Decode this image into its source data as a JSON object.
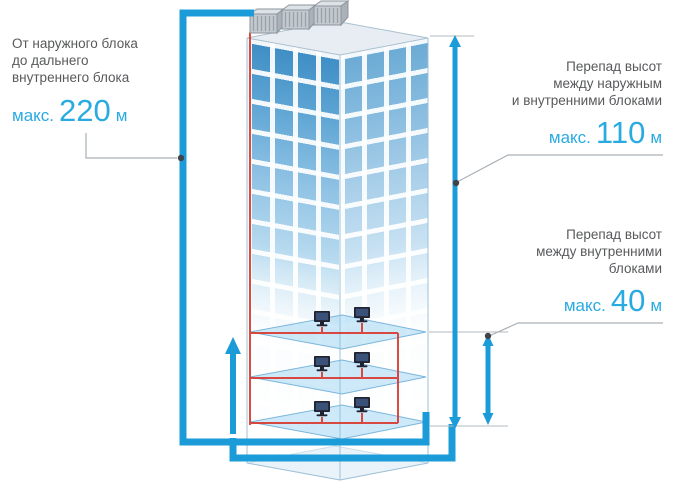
{
  "colors": {
    "accent_text_blue": "#29abe2",
    "pipe_blue": "#1b9cd8",
    "label_gray": "#58595b",
    "refrigerant_red": "#d8372b"
  },
  "labels": {
    "outdoor_to_indoor": {
      "lines": [
        "От наружного блока",
        "до дальнего",
        "внутреннего блока"
      ],
      "prefix": "макс.",
      "value": "220",
      "unit": "м"
    },
    "outdoor_indoor_drop": {
      "lines": [
        "Перепад высот",
        "между наружным",
        "и внутренними блоками"
      ],
      "prefix": "макс.",
      "value": "110",
      "unit": "м"
    },
    "indoor_indoor_drop": {
      "lines": [
        "Перепад высот",
        "между внутренними",
        "блоками"
      ],
      "prefix": "макс.",
      "value": "40",
      "unit": "м"
    }
  },
  "diagram": {
    "outdoor_units": 3,
    "floors_with_indoor_units": 3,
    "indoor_units_per_floor": 2
  }
}
